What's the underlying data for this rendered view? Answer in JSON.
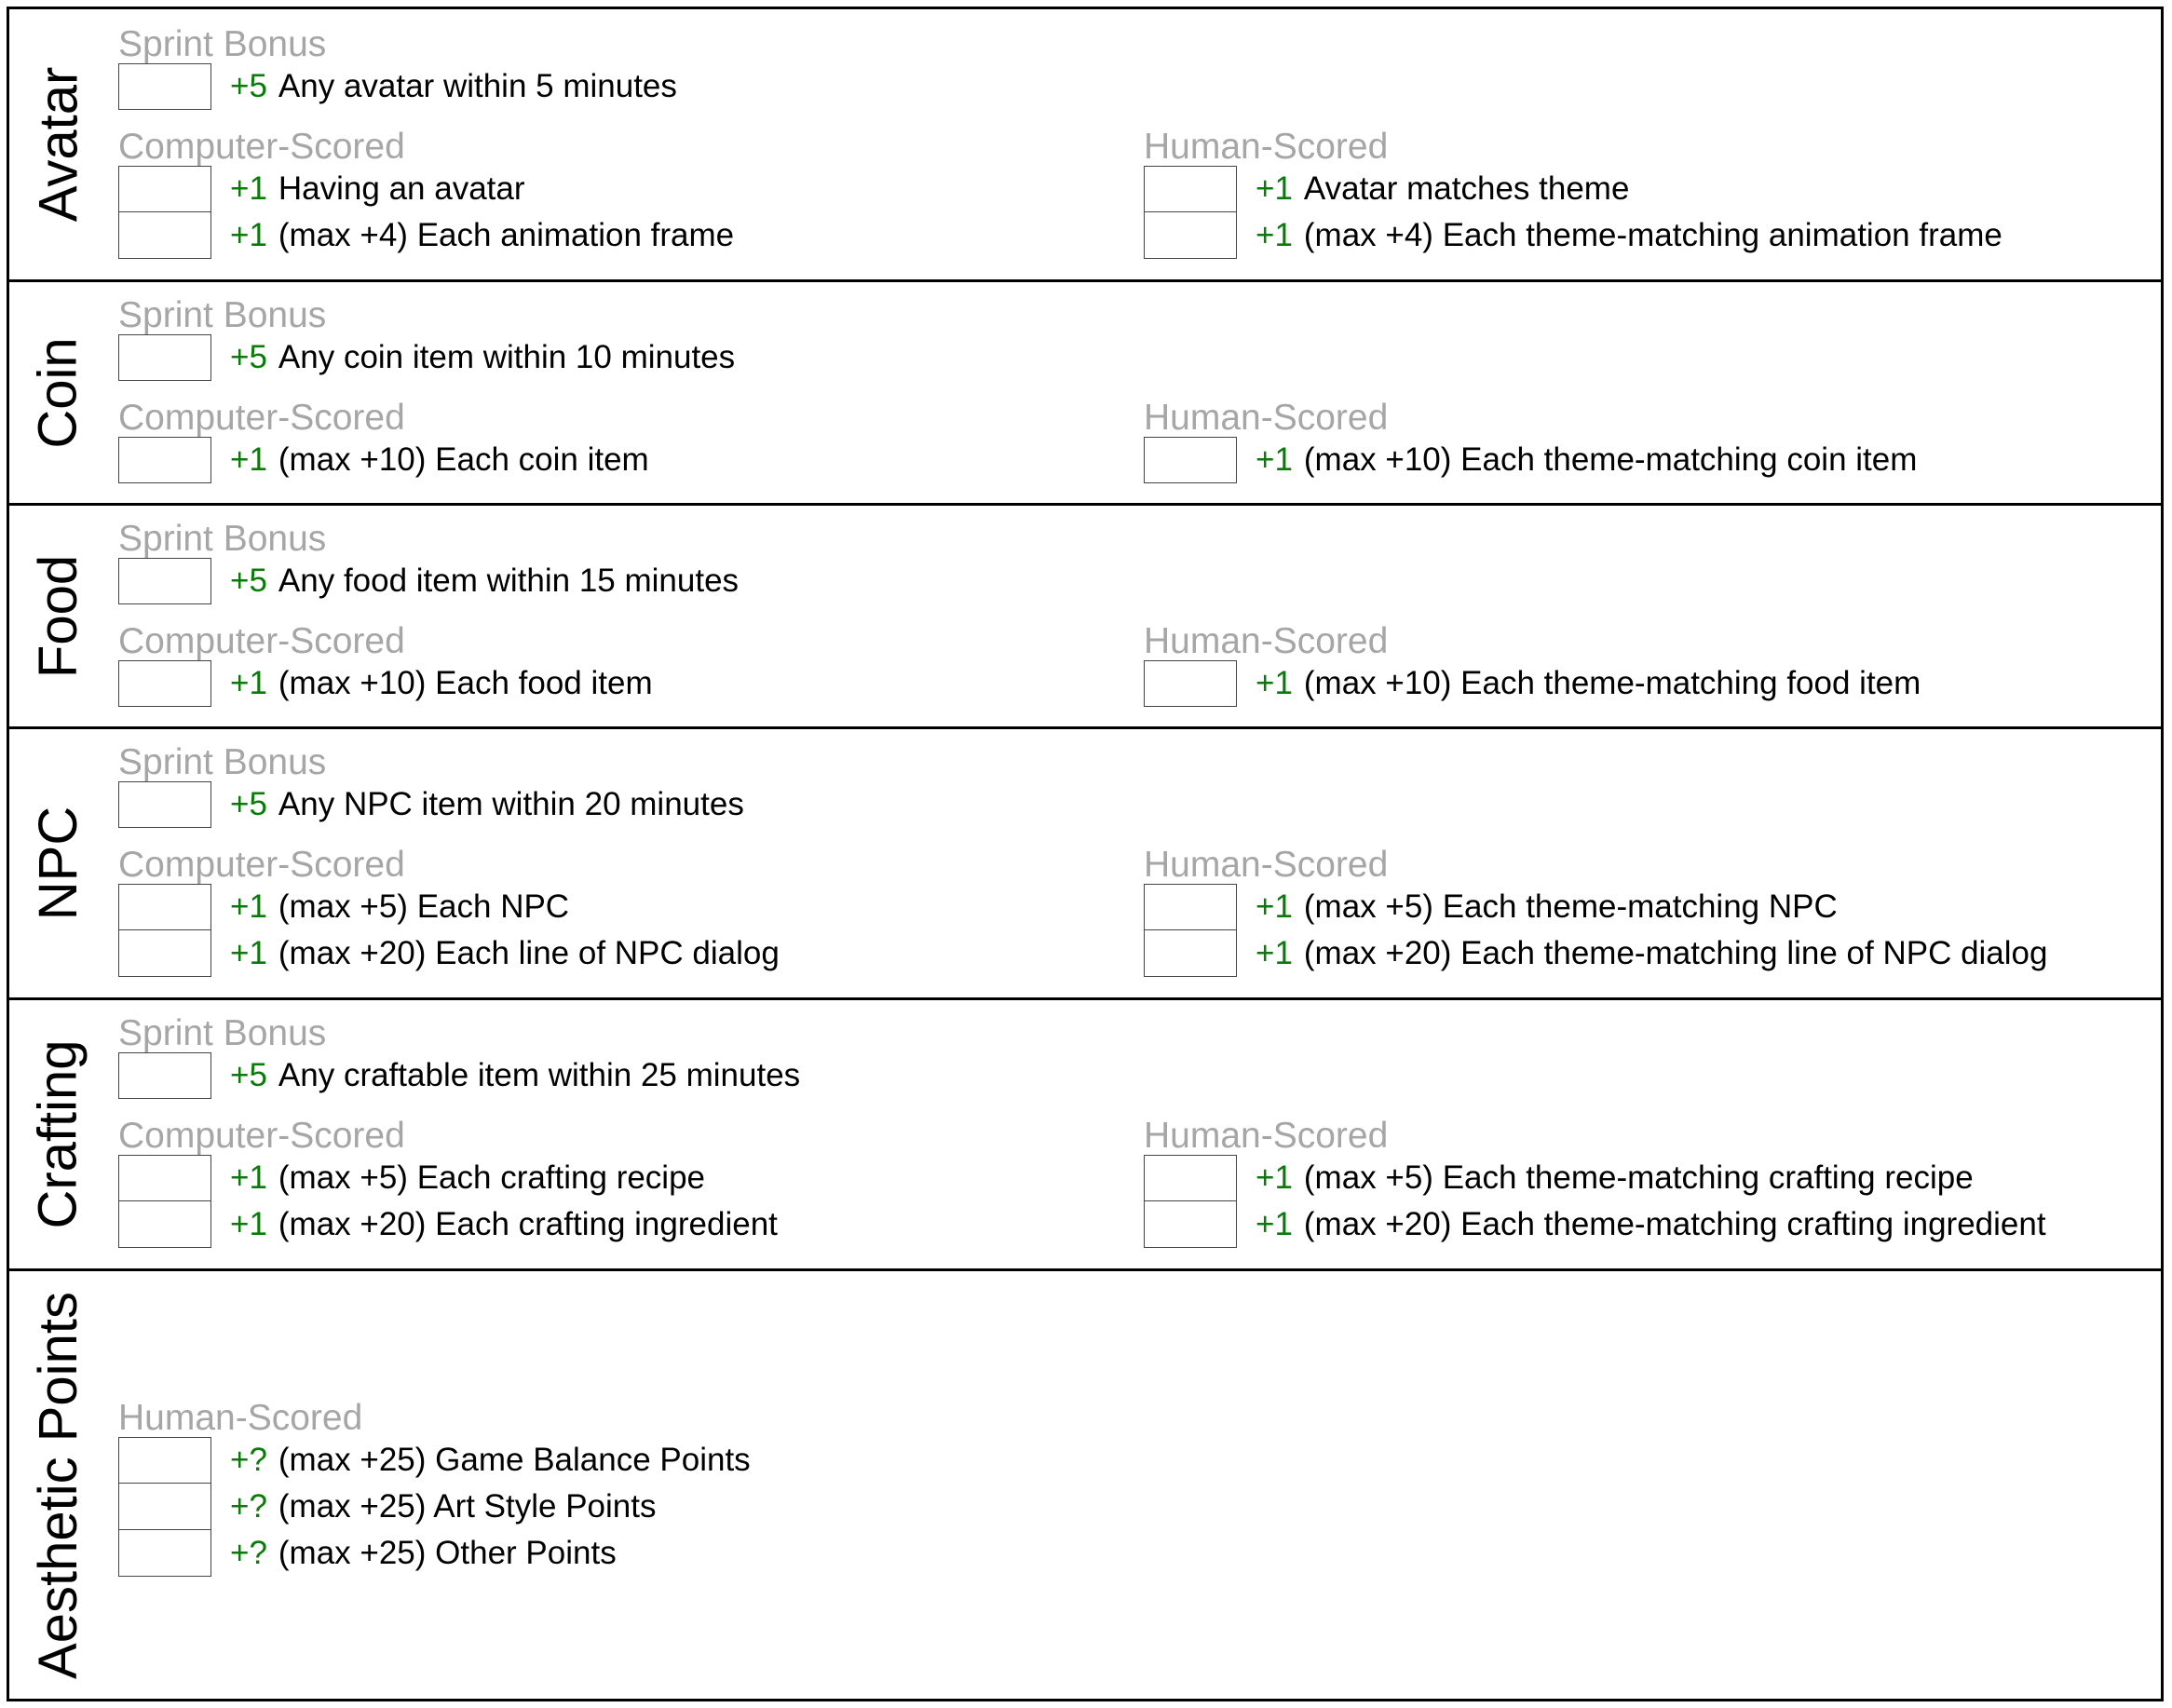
{
  "colors": {
    "points": "#0a7a0a",
    "category": "#a6a6a6",
    "text": "#000000",
    "border": "#000000"
  },
  "sections": {
    "avatar": {
      "title": "Avatar",
      "sprint_label": "Sprint Bonus",
      "sprint": {
        "points": "+5",
        "text": "Any avatar within 5 minutes"
      },
      "computer_label": "Computer-Scored",
      "computer": [
        {
          "points": "+1",
          "text": "Having an avatar"
        },
        {
          "points": "+1",
          "text": "(max +4) Each animation frame"
        }
      ],
      "human_label": "Human-Scored",
      "human": [
        {
          "points": "+1",
          "text": "Avatar matches theme"
        },
        {
          "points": "+1",
          "text": "(max +4) Each theme-matching animation frame"
        }
      ]
    },
    "coin": {
      "title": "Coin",
      "sprint_label": "Sprint Bonus",
      "sprint": {
        "points": "+5",
        "text": "Any coin item within 10 minutes"
      },
      "computer_label": "Computer-Scored",
      "computer": [
        {
          "points": "+1",
          "text": "(max +10) Each coin item"
        }
      ],
      "human_label": "Human-Scored",
      "human": [
        {
          "points": "+1",
          "text": "(max +10) Each theme-matching coin item"
        }
      ]
    },
    "food": {
      "title": "Food",
      "sprint_label": "Sprint Bonus",
      "sprint": {
        "points": "+5",
        "text": "Any food item within 15 minutes"
      },
      "computer_label": "Computer-Scored",
      "computer": [
        {
          "points": "+1",
          "text": "(max +10) Each food item"
        }
      ],
      "human_label": "Human-Scored",
      "human": [
        {
          "points": "+1",
          "text": "(max +10) Each theme-matching food item"
        }
      ]
    },
    "npc": {
      "title": "NPC",
      "sprint_label": "Sprint Bonus",
      "sprint": {
        "points": "+5",
        "text": "Any NPC item within 20 minutes"
      },
      "computer_label": "Computer-Scored",
      "computer": [
        {
          "points": "+1",
          "text": "(max +5) Each NPC"
        },
        {
          "points": "+1",
          "text": "(max +20) Each line of NPC dialog"
        }
      ],
      "human_label": "Human-Scored",
      "human": [
        {
          "points": "+1",
          "text": "(max +5) Each theme-matching NPC"
        },
        {
          "points": "+1",
          "text": "(max +20) Each theme-matching line of NPC dialog"
        }
      ]
    },
    "crafting": {
      "title": "Crafting",
      "sprint_label": "Sprint Bonus",
      "sprint": {
        "points": "+5",
        "text": "Any craftable item within 25 minutes"
      },
      "computer_label": "Computer-Scored",
      "computer": [
        {
          "points": "+1",
          "text": "(max +5) Each crafting recipe"
        },
        {
          "points": "+1",
          "text": "(max +20) Each crafting ingredient"
        }
      ],
      "human_label": "Human-Scored",
      "human": [
        {
          "points": "+1",
          "text": "(max +5) Each theme-matching crafting recipe"
        },
        {
          "points": "+1",
          "text": "(max +20) Each theme-matching crafting ingredient"
        }
      ]
    },
    "aesthetic": {
      "title": "Aesthetic Points",
      "human_label": "Human-Scored",
      "human": [
        {
          "points": "+?",
          "text": "(max +25) Game Balance Points"
        },
        {
          "points": "+?",
          "text": "(max +25) Art Style Points"
        },
        {
          "points": "+?",
          "text": "(max +25) Other Points"
        }
      ]
    }
  }
}
